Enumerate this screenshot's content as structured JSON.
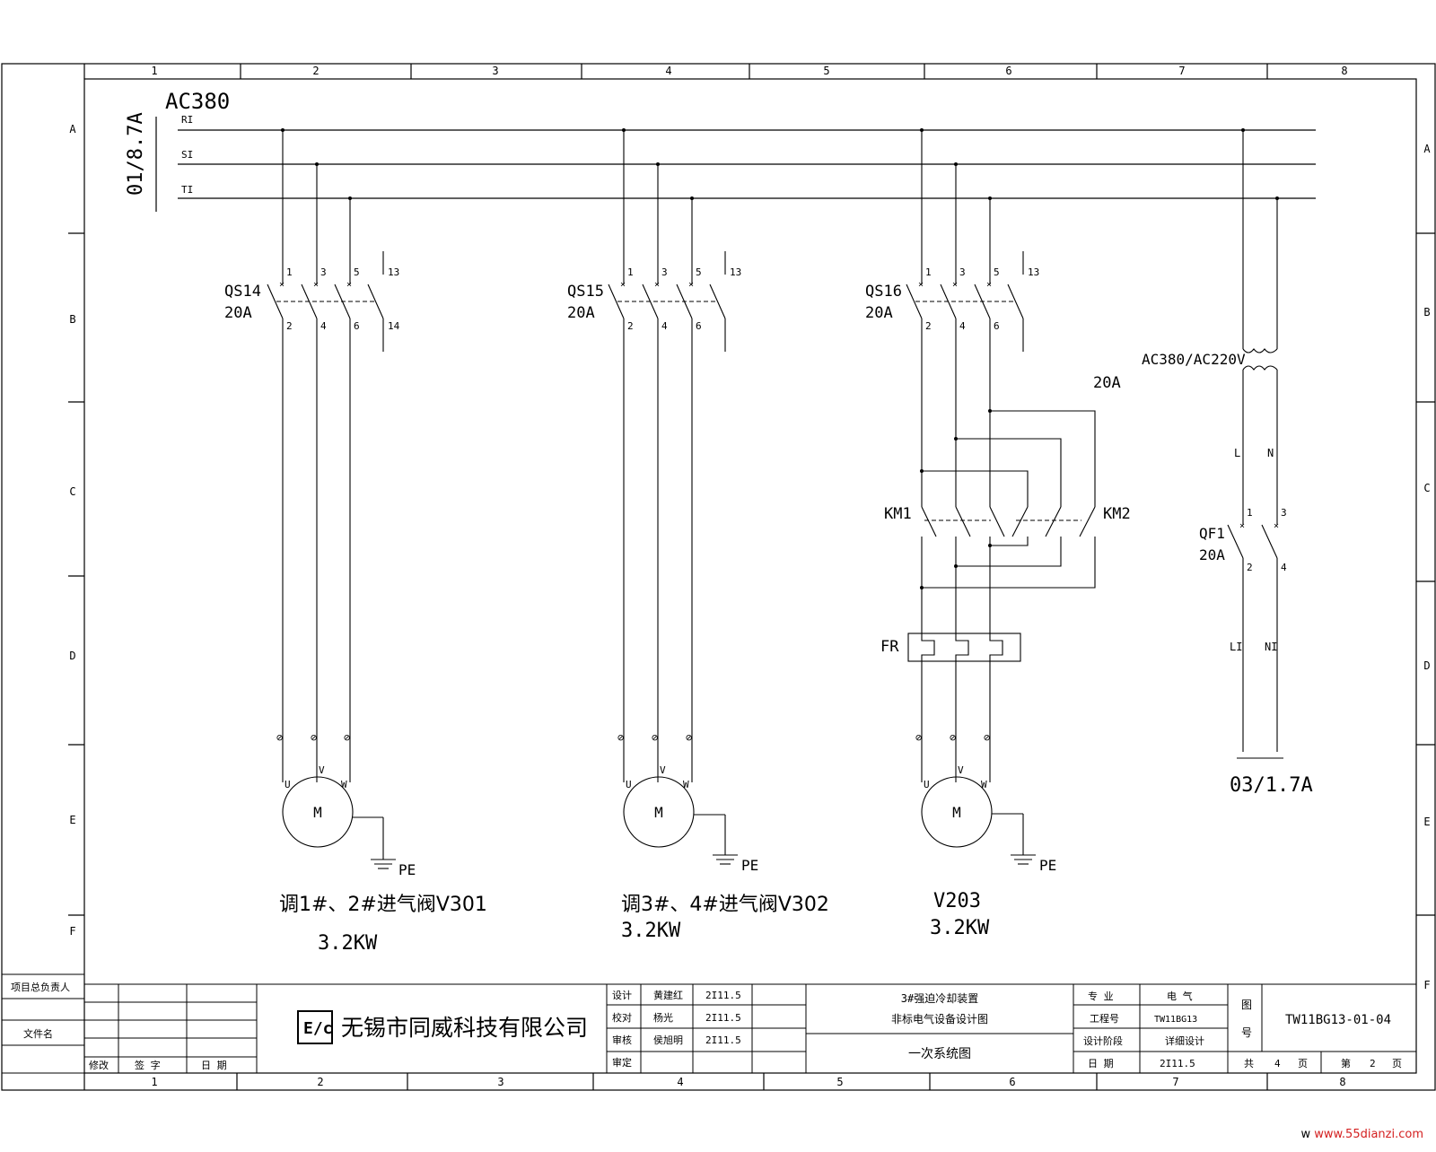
{
  "frame": {
    "columns_top": [
      "1",
      "2",
      "3",
      "4",
      "5",
      "6",
      "7",
      "8"
    ],
    "columns_bottom": [
      "1",
      "2",
      "3",
      "4",
      "5",
      "6",
      "7",
      "8"
    ],
    "rows_left": [
      "A",
      "B",
      "C",
      "D",
      "E",
      "F"
    ],
    "rows_right": [
      "A",
      "B",
      "C",
      "D",
      "E",
      "F"
    ]
  },
  "supply": {
    "voltage": "AC380",
    "cable": "01/8.7A",
    "phases": [
      "RI",
      "SI",
      "TI"
    ]
  },
  "branches": [
    {
      "switch": "QS14",
      "rating": "20A",
      "top_terminals": [
        "1",
        "3",
        "5",
        "13"
      ],
      "bottom_terminals": [
        "2",
        "4",
        "6",
        "14"
      ],
      "motor_terminals": [
        "U",
        "V",
        "W"
      ],
      "motor_label": "M",
      "ground": "PE",
      "name": "调1#、2#进气阀V301",
      "power": "3.2KW"
    },
    {
      "switch": "QS15",
      "rating": "20A",
      "top_terminals": [
        "1",
        "3",
        "5",
        "13"
      ],
      "bottom_terminals": [
        "2",
        "4",
        "6"
      ],
      "motor_terminals": [
        "U",
        "V",
        "W"
      ],
      "motor_label": "M",
      "ground": "PE",
      "name": "调3#、4#进气阀V302",
      "power": "3.2KW"
    },
    {
      "switch": "QS16",
      "rating": "20A",
      "top_terminals": [
        "1",
        "3",
        "5",
        "13"
      ],
      "bottom_terminals": [
        "2",
        "4",
        "6"
      ],
      "contactor_1": "KM1",
      "contactor_2": "KM2",
      "reverse_rating": "20A",
      "thermal_relay": "FR",
      "motor_terminals": [
        "U",
        "V",
        "W"
      ],
      "motor_label": "M",
      "ground": "PE",
      "name": "V203",
      "power": "3.2KW"
    }
  ],
  "control_supply": {
    "transformer": "AC380/AC220V",
    "line_labels": [
      "L",
      "N"
    ],
    "breaker": "QF1",
    "rating": "20A",
    "top_terminals": [
      "1",
      "3"
    ],
    "bottom_terminals": [
      "2",
      "4"
    ],
    "out_labels": [
      "LI",
      "NI"
    ],
    "cable": "03/1.7A"
  },
  "left_block": {
    "project_lead": "项目总负责人",
    "file_name": "文件名"
  },
  "revision_header": [
    "修改",
    "签 字",
    "日 期"
  ],
  "company": {
    "logo": "E/c",
    "name": "无锡市同威科技有限公司"
  },
  "signoff": [
    {
      "role": "设计",
      "name": "黄建红",
      "date": "2I11.5"
    },
    {
      "role": "校对",
      "name": "杨光",
      "date": "2I11.5"
    },
    {
      "role": "审核",
      "name": "侯旭明",
      "date": "2I11.5"
    },
    {
      "role": "审定",
      "name": "",
      "date": ""
    }
  ],
  "drawing": {
    "project_line1": "3#强迫冷却装置",
    "project_line2": "非标电气设备设计图",
    "title": "一次系统图"
  },
  "meta": [
    {
      "label": "专 业",
      "value": "电 气"
    },
    {
      "label": "工程号",
      "value": "TW11BG13"
    },
    {
      "label": "设计阶段",
      "value": "详细设计"
    },
    {
      "label": "日 期",
      "value": "2I11.5"
    }
  ],
  "drawing_no": {
    "label_top": "图",
    "label_bottom": "号",
    "value": "TW11BG13-01-04"
  },
  "pages": {
    "total_label": "共",
    "total": "4",
    "page_unit": "页",
    "current_label": "第",
    "current": "2",
    "current_unit": "页"
  },
  "watermark": {
    "prefix": "w",
    "site": "www.55dianzi.com"
  }
}
